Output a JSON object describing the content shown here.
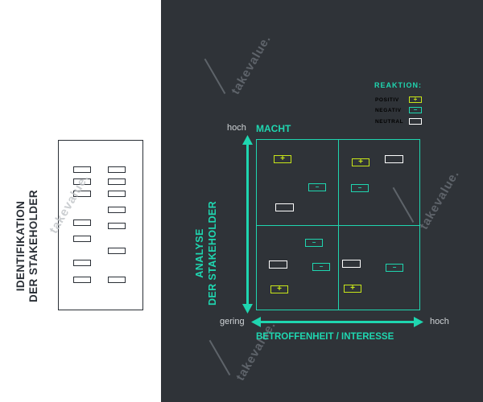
{
  "left": {
    "identification_line1": "IDENTIFIKATION",
    "identification_line2": "DER STAKEHOLDER"
  },
  "watermark": "takevalue.",
  "legend": {
    "title": "REAKTION:",
    "items": [
      {
        "label": "POSITIV",
        "type": "positive",
        "symbol": "+",
        "color": "#c8e619"
      },
      {
        "label": "NEGATIV",
        "type": "negative",
        "symbol": "−",
        "color": "#1fd6b0"
      },
      {
        "label": "NEUTRAL",
        "type": "neutral",
        "symbol": "",
        "color": "#ffffff"
      }
    ]
  },
  "axes": {
    "y_high": "hoch",
    "y_title": "MACHT",
    "x_low": "gering",
    "x_high": "hoch",
    "x_title": "BETROFFENHEIT / INTERESSE",
    "analysis_line1": "ANALYSE",
    "analysis_line2": "DER STAKEHOLDER"
  },
  "colors": {
    "accent_teal": "#1fd6b0",
    "accent_lime": "#c8e619",
    "panel_dark": "#2f3338",
    "neutral_white": "#ffffff"
  },
  "symbols": {
    "positive": "+",
    "negative": "−"
  }
}
